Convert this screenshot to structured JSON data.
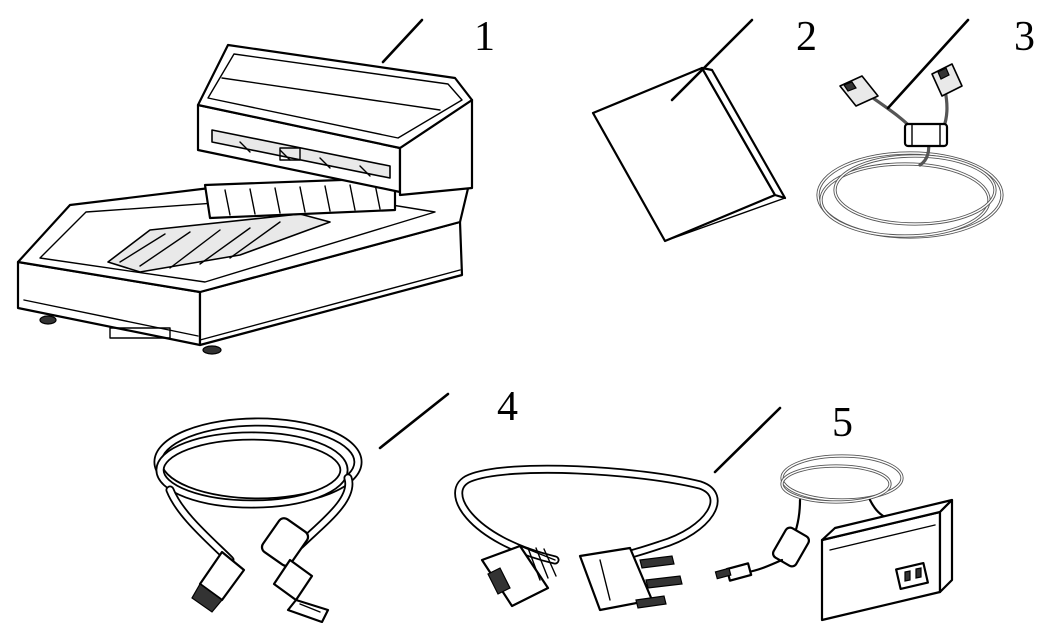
{
  "items": [
    {
      "number": "1",
      "icon": "flatbed-scanner-icon"
    },
    {
      "number": "2",
      "icon": "quick-guide-icon"
    },
    {
      "number": "3",
      "icon": "network-cable-icon"
    },
    {
      "number": "4",
      "icon": "usb-cable-icon"
    },
    {
      "number": "5",
      "icon": "power-adapter-icon"
    }
  ]
}
